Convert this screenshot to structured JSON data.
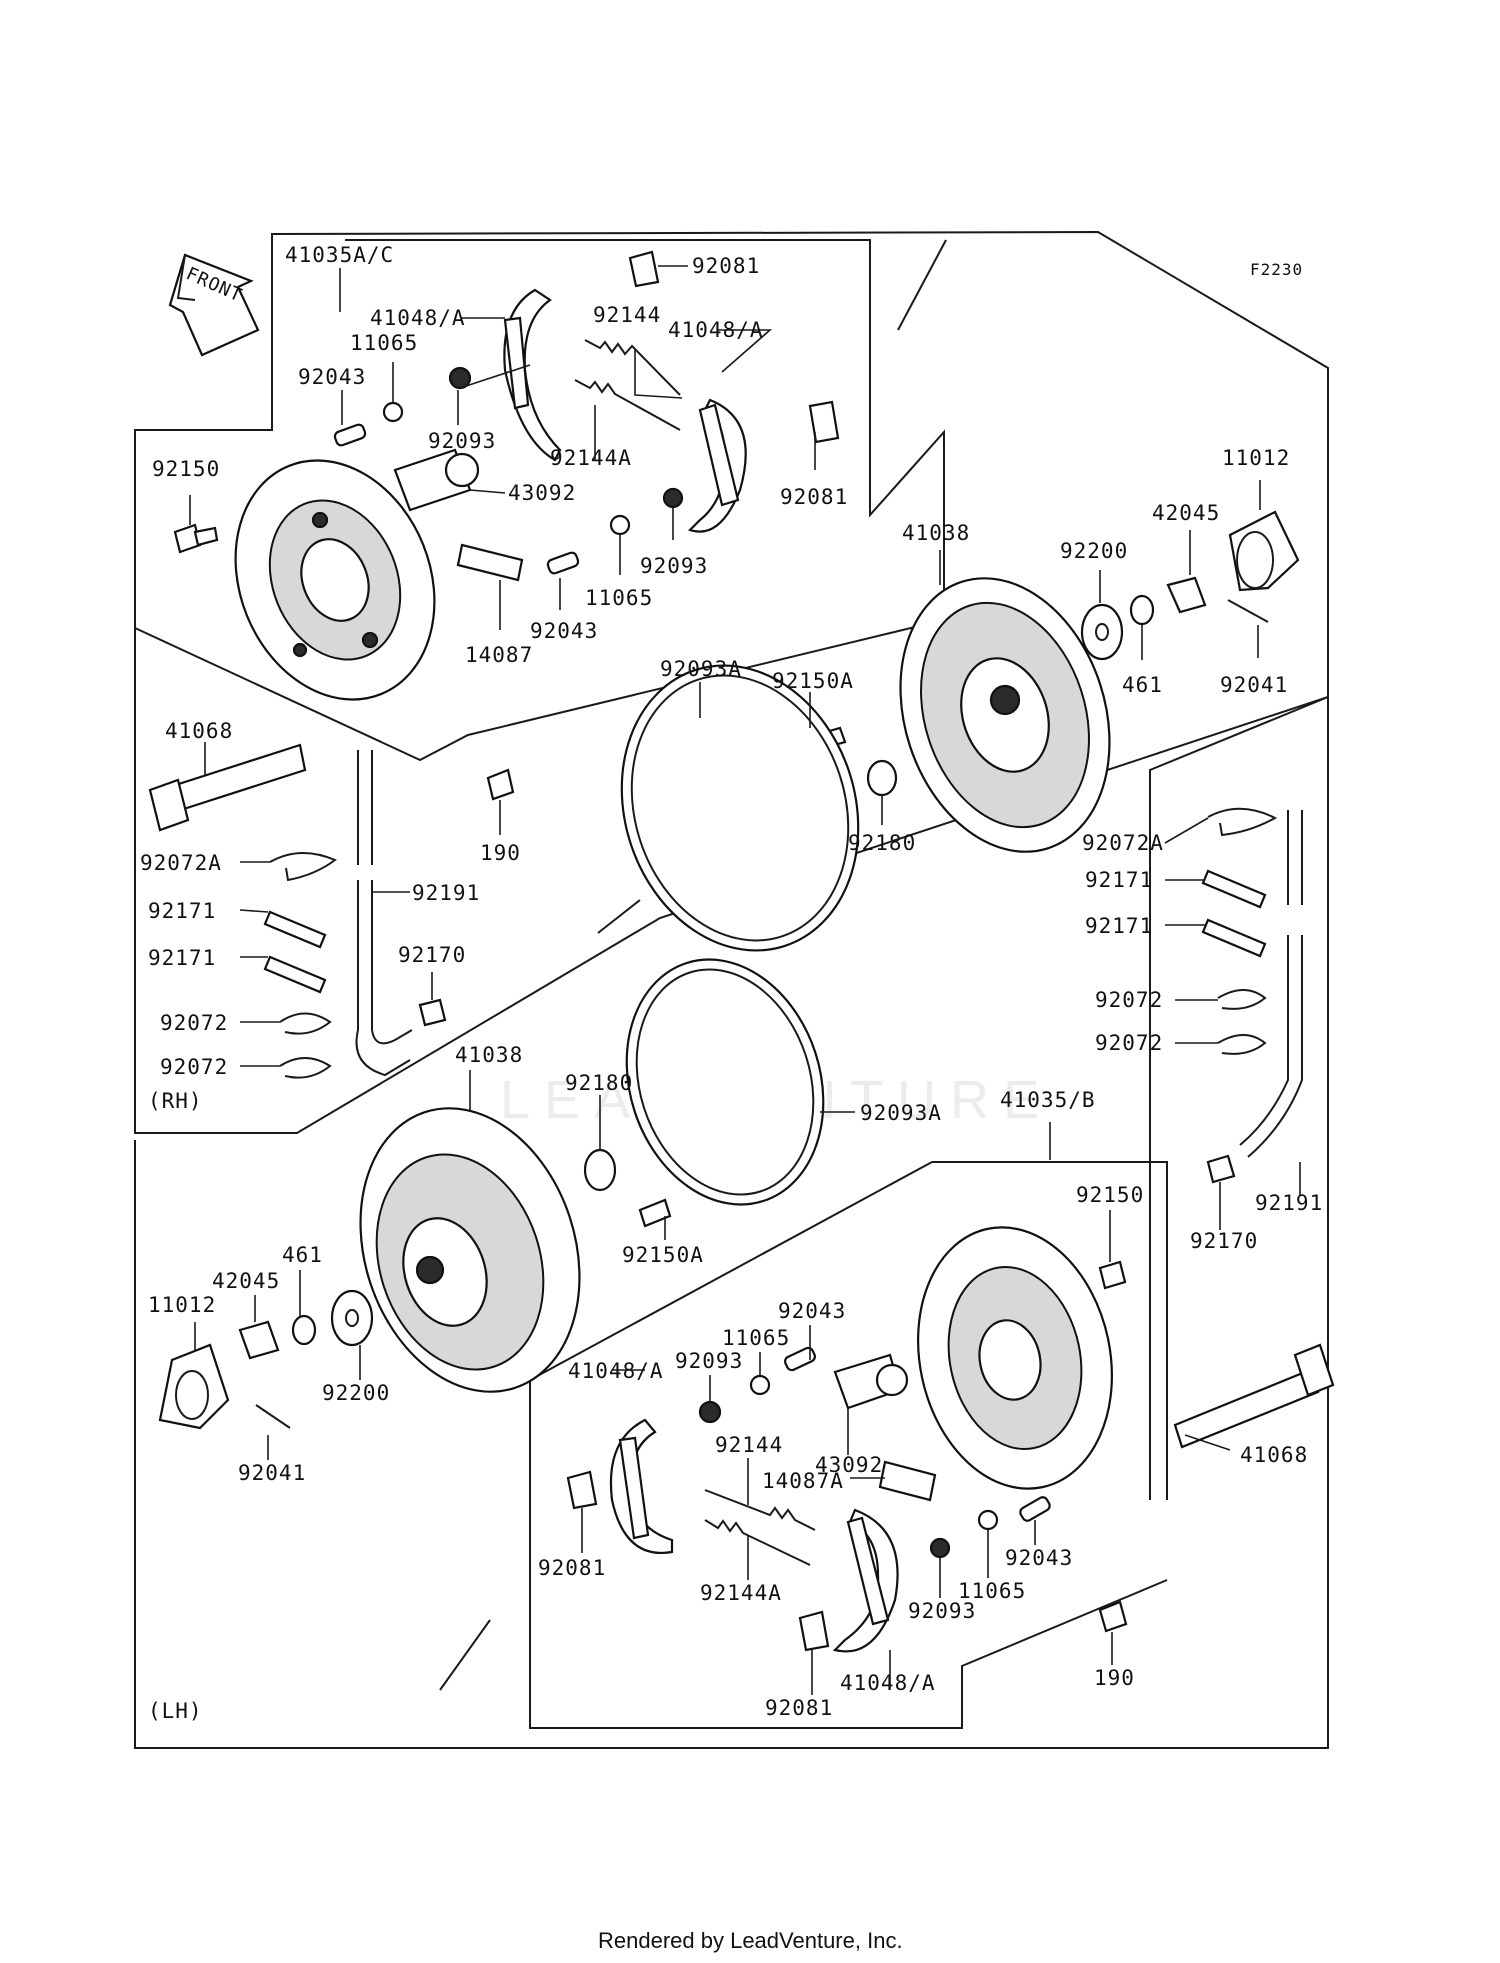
{
  "diagram_code": "F2230",
  "front_arrow_label": "FRONT",
  "side_labels": {
    "rh": "(RH)",
    "lh": "(LH)"
  },
  "watermark": "LEADVENTURE",
  "footer": "Rendered by LeadVenture, Inc.",
  "labels": [
    {
      "id": "41035ac",
      "text": "41035A/C"
    },
    {
      "id": "92081-rh-top",
      "text": "92081"
    },
    {
      "id": "41048a-rh-1",
      "text": "41048/A"
    },
    {
      "id": "92144-rh",
      "text": "92144"
    },
    {
      "id": "41048a-rh-2",
      "text": "41048/A"
    },
    {
      "id": "11065-rh-1",
      "text": "11065"
    },
    {
      "id": "92043-rh-1",
      "text": "92043"
    },
    {
      "id": "92093-rh-1",
      "text": "92093"
    },
    {
      "id": "92144a-rh",
      "text": "92144A"
    },
    {
      "id": "92150-rh",
      "text": "92150"
    },
    {
      "id": "43092-rh",
      "text": "43092"
    },
    {
      "id": "92081-rh-2",
      "text": "92081"
    },
    {
      "id": "92093-rh-2",
      "text": "92093"
    },
    {
      "id": "11065-rh-2",
      "text": "11065"
    },
    {
      "id": "92043-rh-2",
      "text": "92043"
    },
    {
      "id": "14087",
      "text": "14087"
    },
    {
      "id": "11012-rh",
      "text": "11012"
    },
    {
      "id": "42045-rh",
      "text": "42045"
    },
    {
      "id": "41038-rh",
      "text": "41038"
    },
    {
      "id": "92200-rh",
      "text": "92200"
    },
    {
      "id": "461-rh",
      "text": "461"
    },
    {
      "id": "92041-rh",
      "text": "92041"
    },
    {
      "id": "92093a-rh",
      "text": "92093A"
    },
    {
      "id": "92150a-rh",
      "text": "92150A"
    },
    {
      "id": "41068-rh",
      "text": "41068"
    },
    {
      "id": "190-rh",
      "text": "190"
    },
    {
      "id": "92180-rh",
      "text": "92180"
    },
    {
      "id": "92072a-rh",
      "text": "92072A"
    },
    {
      "id": "92191-rh",
      "text": "92191"
    },
    {
      "id": "92171-rh-1",
      "text": "92171"
    },
    {
      "id": "92171-rh-2",
      "text": "92171"
    },
    {
      "id": "92170-rh",
      "text": "92170"
    },
    {
      "id": "92072-rh-1",
      "text": "92072"
    },
    {
      "id": "92072-rh-2",
      "text": "92072"
    },
    {
      "id": "92072a-lh",
      "text": "92072A"
    },
    {
      "id": "92171-lh-1",
      "text": "92171"
    },
    {
      "id": "92171-lh-2",
      "text": "92171"
    },
    {
      "id": "92072-lh-1",
      "text": "92072"
    },
    {
      "id": "92072-lh-2",
      "text": "92072"
    },
    {
      "id": "41038-lh",
      "text": "41038"
    },
    {
      "id": "92180-lh",
      "text": "92180"
    },
    {
      "id": "92093a-lh",
      "text": "92093A"
    },
    {
      "id": "41035b",
      "text": "41035/B"
    },
    {
      "id": "92150-lh",
      "text": "92150"
    },
    {
      "id": "92191-lh",
      "text": "92191"
    },
    {
      "id": "92170-lh",
      "text": "92170"
    },
    {
      "id": "92150a-lh",
      "text": "92150A"
    },
    {
      "id": "461-lh",
      "text": "461"
    },
    {
      "id": "42045-lh",
      "text": "42045"
    },
    {
      "id": "11012-lh",
      "text": "11012"
    },
    {
      "id": "92200-lh",
      "text": "92200"
    },
    {
      "id": "92041-lh",
      "text": "92041"
    },
    {
      "id": "92043-lh-1",
      "text": "92043"
    },
    {
      "id": "11065-lh-1",
      "text": "11065"
    },
    {
      "id": "41048a-lh-1",
      "text": "41048/A"
    },
    {
      "id": "92093-lh-1",
      "text": "92093"
    },
    {
      "id": "43092-lh",
      "text": "43092"
    },
    {
      "id": "92144-lh",
      "text": "92144"
    },
    {
      "id": "14087a",
      "text": "14087A"
    },
    {
      "id": "41068-lh",
      "text": "41068"
    },
    {
      "id": "92043-lh-2",
      "text": "92043"
    },
    {
      "id": "11065-lh-2",
      "text": "11065"
    },
    {
      "id": "92081-lh-1",
      "text": "92081"
    },
    {
      "id": "92144a-lh",
      "text": "92144A"
    },
    {
      "id": "92093-lh-2",
      "text": "92093"
    },
    {
      "id": "190-lh",
      "text": "190"
    },
    {
      "id": "92081-lh-2",
      "text": "92081"
    },
    {
      "id": "41048a-lh-2",
      "text": "41048/A"
    }
  ]
}
